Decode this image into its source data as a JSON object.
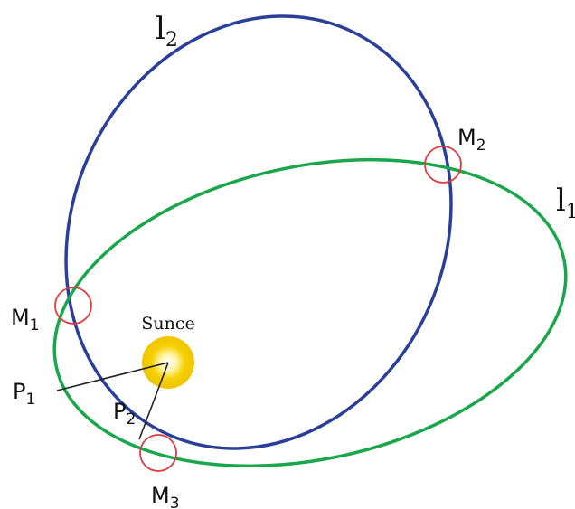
{
  "orbits": {
    "l1": {
      "base": "l",
      "sub": "1",
      "color": "#1aa64a"
    },
    "l2": {
      "base": "l",
      "sub": "2",
      "color": "#2a3f99"
    }
  },
  "sun": {
    "label": "Sunce",
    "color": "#f5d000",
    "core_color": "#fffbe0"
  },
  "points": {
    "M1": {
      "base": "M",
      "sub": "1"
    },
    "M2": {
      "base": "M",
      "sub": "2"
    },
    "M3": {
      "base": "M",
      "sub": "3"
    },
    "P1": {
      "base": "P",
      "sub": "1"
    },
    "P2": {
      "base": "P",
      "sub": "2"
    }
  },
  "marker_color": "#e0393e",
  "radius_line_color": "#222222"
}
